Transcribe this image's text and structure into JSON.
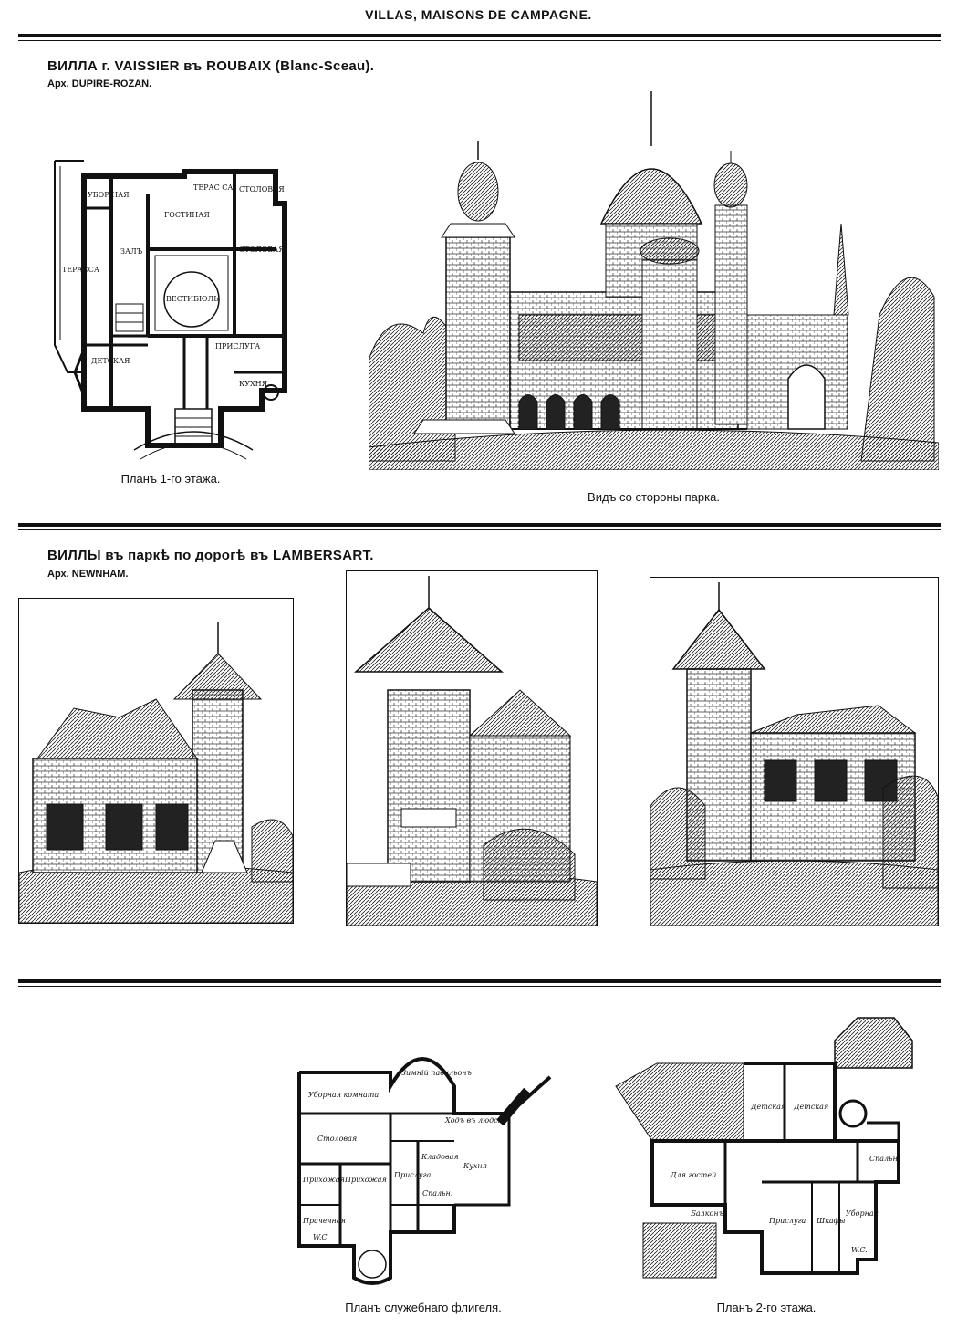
{
  "page": {
    "header": "VILLAS, MAISONS DE CAMPAGNE."
  },
  "section1": {
    "title": "ВИЛЛА г. VAISSIER въ ROUBAIX (Blanc-Sceau).",
    "architect": "Арх. DUPIRE-ROZAN.",
    "plan_caption": "Планъ 1-го этажа.",
    "view_caption": "Видъ со стороны парка.",
    "plan_rooms": {
      "r1": "УБОР НАЯ",
      "r2": "ТЕРАС СА",
      "r3": "СТОЛОВАЯ",
      "r4": "ГОСТИНАЯ",
      "r5": "ЗАЛЪ",
      "r6": "СТОЛОВАЯ",
      "r7": "ТЕРАССА",
      "r8": "ВЕСТИБЮЛЬ",
      "r9": "ДЕТСКАЯ",
      "r10": "ПРИСЛУГА",
      "r11": "КУХНЯ"
    }
  },
  "section2": {
    "title": "ВИЛЛЫ въ паркѣ по дорогѣ въ LAMBERSART.",
    "architect": "Арх. NEWNHAM."
  },
  "section3": {
    "plan_left_caption": "Планъ служебнаго флигеля.",
    "plan_right_caption": "Планъ 2-го этажа.",
    "left_rooms": {
      "a": "Уборная комната",
      "b": "Зимній павильонъ",
      "c": "Ходъ въ людск.",
      "d": "Столовая",
      "e": "Кухня",
      "f": "Прихожая",
      "g": "Кладовая",
      "h": "Спальн.",
      "i": "Прислуга",
      "j": "Прихожая",
      "k": "Прачечная",
      "l": "W.C."
    },
    "right_rooms": {
      "a": "Детская",
      "b": "Детская",
      "c": "Спальн.",
      "d": "Для гостей",
      "e": "Прислуга",
      "f": "Шкафы",
      "g": "Уборная",
      "h": "Балконъ",
      "i": "W.C."
    }
  }
}
